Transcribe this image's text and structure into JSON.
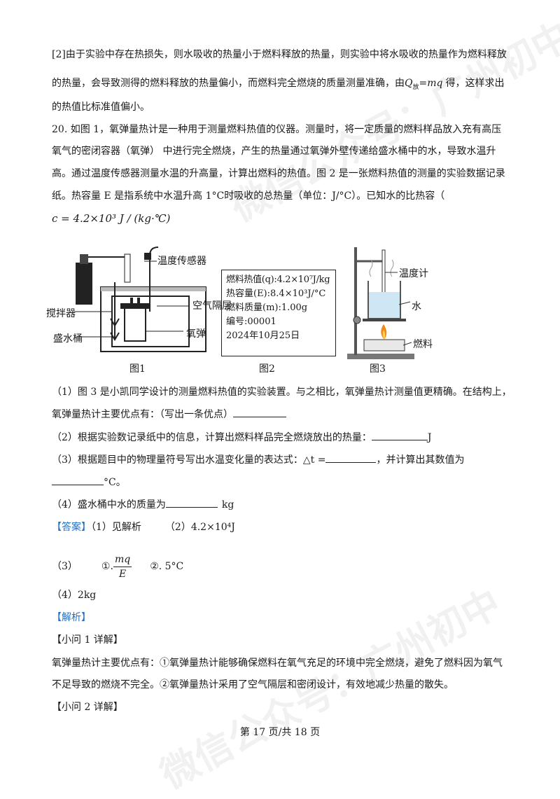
{
  "watermark": {
    "text_top": "微信公众号：广州初中",
    "text_bottom": "微信公众号：广州初中"
  },
  "intro": {
    "l1": "[2]由于实验中存在热损失，则水吸收的热量小于燃料释放的热量，则实验中将水吸收的热量作为燃料释放",
    "l2a": "的热量，会导致测得的燃料释放的热量偏小，而燃料完全燃烧的质量测量准确，由",
    "l2_formula_Q": "Q",
    "l2_formula_sub": "放",
    "l2_formula_rest": "=mq",
    "l2b": "得，这样求出",
    "l3": "的热值比标准值偏小。"
  },
  "q20": {
    "l1": "20. 如图 1，氧弹量热计是一种用于测量燃料热值的仪器。测量时，将一定质量的燃料样品放入充有高压",
    "l2": "氧气的密闭容器（氧弹） 中进行完全燃烧，产生的热量通过氧弹外壁传递给盛水桶中的水，导致水温升",
    "l3": "高。通过温度传感器测量水温的升高量，计算出燃料的热值。图 2 是一张燃料热值的测量的实验数据记录",
    "l4": "纸。热容量 E 是指系统中水温升高 1°C时吸收的总热量（单位：J/°C）。已知水的比热容（",
    "l5": "c = 4.2×10³ J / (kg·℃)"
  },
  "fig1": {
    "caption": "图1",
    "label_sensor": "温度传感器",
    "label_air": "空气隔层",
    "label_stirrer": "搅拌器",
    "label_bomb": "氧弹",
    "label_bucket": "盛水桶"
  },
  "fig2": {
    "caption": "图2",
    "row1": "燃料热值(q):4.2×10⁷J/kg",
    "row2": "热容量(E):8.4×10³J/°C",
    "row3": "燃料质量(m):1.00g",
    "row4": "编号:00001",
    "row5": "2024年10月25日"
  },
  "fig3": {
    "caption": "图3",
    "label_thermo": "温度计",
    "label_water": "水",
    "label_fuel": "燃料"
  },
  "questions": {
    "q1a": "（1）图 3 是小凯同学设计的测量燃料热值的实验装置。与之相比，氧弹量热计测量值更精确。在结构上，",
    "q1b": "氧弹量热计主要优点有：（写出一条优点）",
    "q2": "（2）根据实验数记录纸中的信息，计算出燃料样品完全燃烧放出的热量：",
    "q2_unit": "J",
    "q3a": "（3）根据题目中的物理量符号写出水温变化量的表达式：△t =",
    "q3a_tail": "，并计算出其数值为",
    "q3b_unit": "°C。",
    "q4": "（4）盛水桶中水的质量为",
    "q4_unit": "kg"
  },
  "answer": {
    "tag": "【答案】",
    "a1": "（1）见解析",
    "a2": "（2）4.2×10⁴J",
    "a3_label": "（3）",
    "a3_1": "①.",
    "a3_num": "mq",
    "a3_den": "E",
    "a3_2": "②. 5°C",
    "a4": "（4）2kg"
  },
  "analysis": {
    "tag": "【解析】",
    "sub1": "【小问 1 详解】",
    "p1a": "氧弹量热计主要优点有：①氧弹量热计能够确保燃料在氧气充足的环境中完全燃烧，避免了燃料因为氧气",
    "p1b": "不足导致的燃烧不完全。②氧弹量热计采用了空气隔层和密闭设计，有效地减少热量的散失。",
    "sub2": "【小问 2 详解】"
  },
  "footer": "第 17 页/共 18 页",
  "colors": {
    "accent": "#1f6fc4",
    "text": "#1a1a1a"
  }
}
